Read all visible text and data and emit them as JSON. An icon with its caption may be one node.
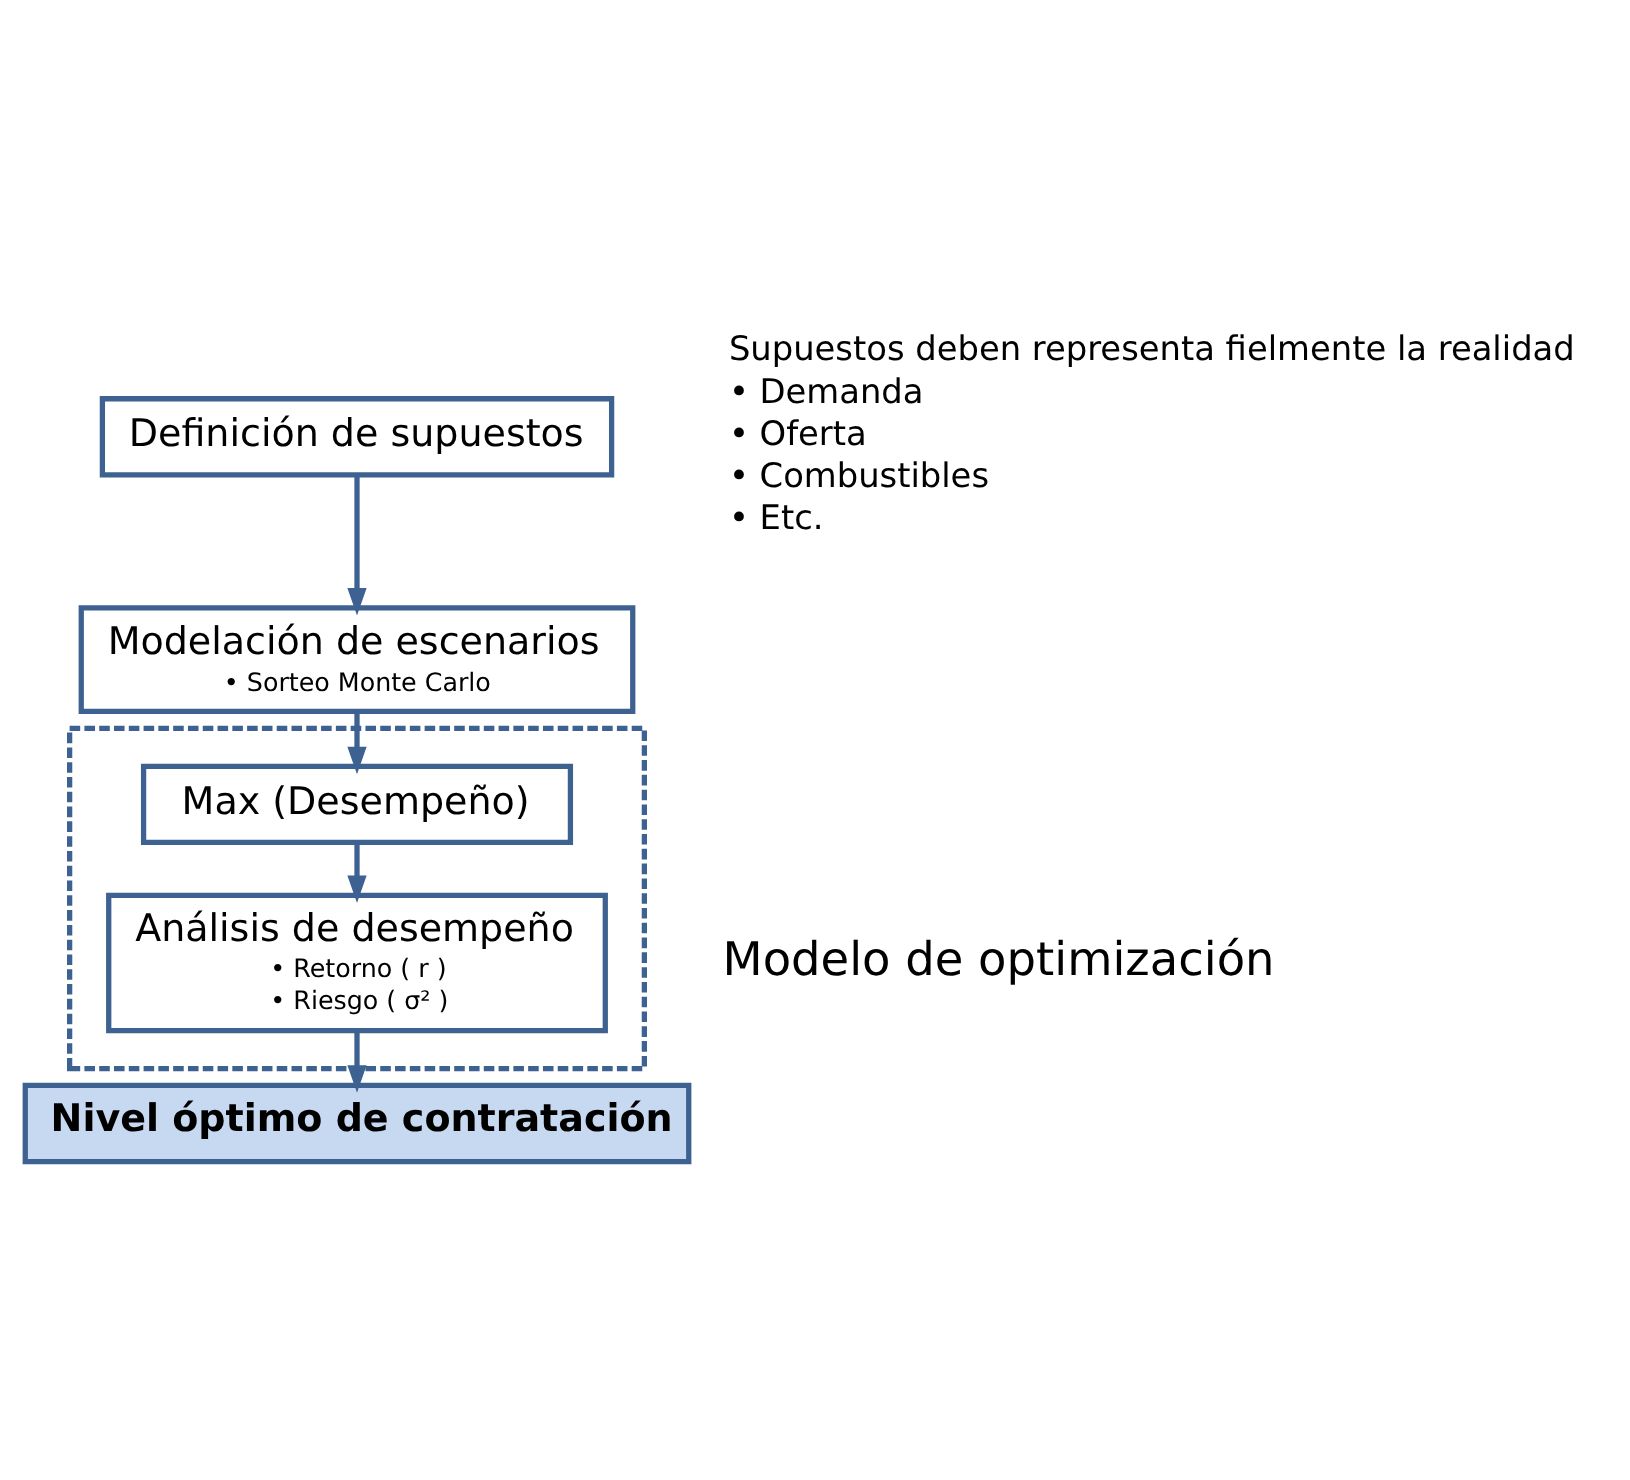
{
  "diagram": {
    "nodes": [
      {
        "text": [
          "Definición de supuestos"
        ],
        "beside": [
          "Supuestos deben representa fielmente la realidad",
          "• Demanda",
          "• Oferta",
          "• Combustibles",
          "• Etc."
        ]
      },
      {
        "text": [
          "Modelación de escenarios",
          "• Sorteo Monte Carlo"
        ]
      },
      {
        "text": [],
        "shape": "box",
        "beside": [
          "Modelo de optimización"
        ]
      },
      {
        "text": [
          "Max (Desempeño)"
        ],
        "in": 2
      },
      {
        "text": [
          "Análisis de desempeño",
          "• Retorno ( r )",
          "• Riesgo ( σ² )"
        ],
        "in": 2
      },
      {
        "text": [
          "Nivel óptimo de contratación"
        ]
      }
    ],
    "edges": [
      {
        "from": 0,
        "to": 1,
        "arrow": "to"
      },
      {
        "from": 1,
        "to": 3,
        "arrow": "to"
      },
      {
        "from": 3,
        "to": 4,
        "arrow": "to"
      },
      {
        "from": 4,
        "to": 5,
        "arrow": "to"
      }
    ]
  }
}
